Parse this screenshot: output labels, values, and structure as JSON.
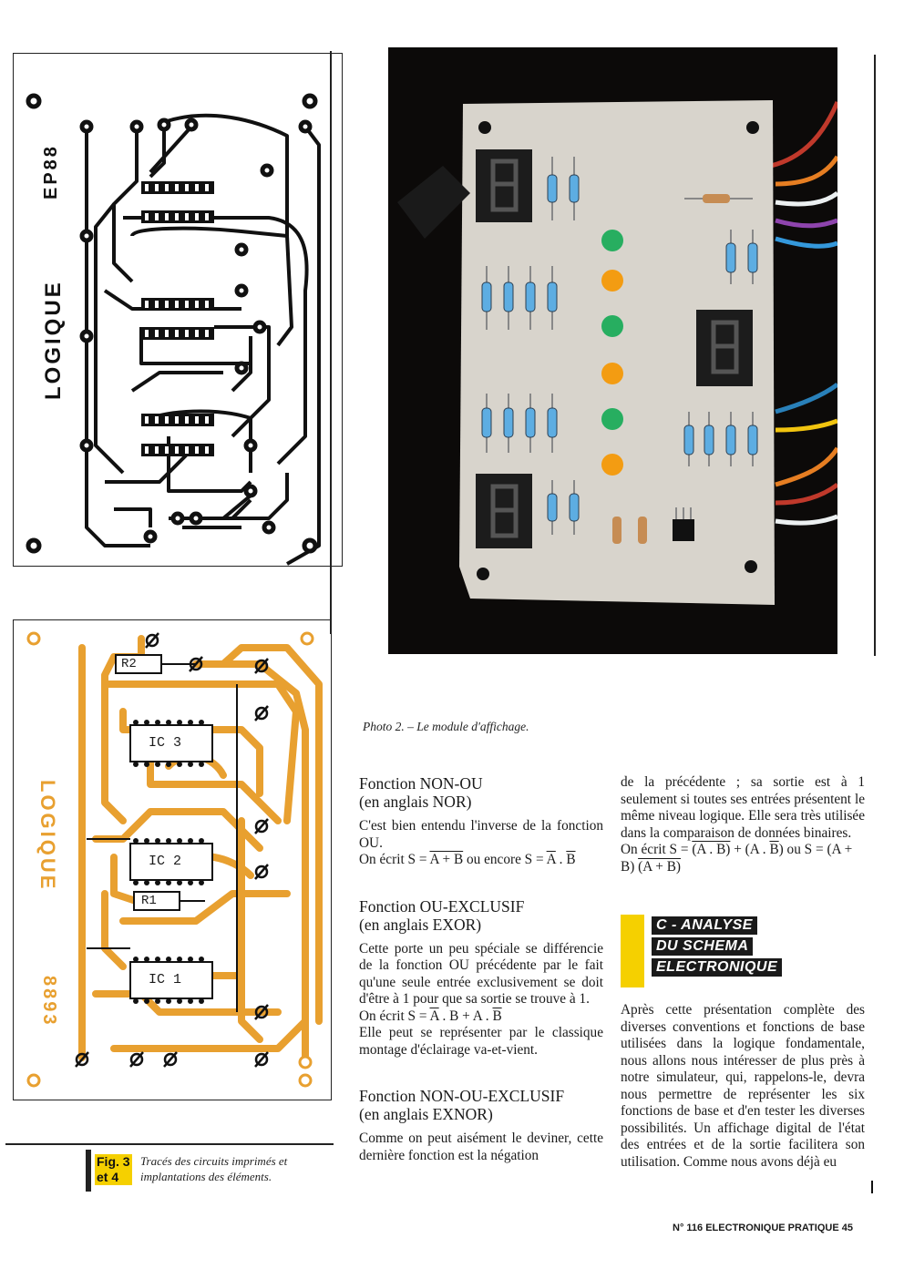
{
  "pcb_trace": {
    "label_main": "LOGIQUE",
    "label_code": "EP88"
  },
  "pcb_layout": {
    "label_main": "LOGIQUE",
    "label_code": "8893",
    "components": [
      "R2",
      "IC 3",
      "IC 2",
      "R1",
      "IC 1"
    ]
  },
  "figure_caption": {
    "fig_label_1": "Fig. 3",
    "fig_label_2": "et 4",
    "text": "Tracés des circuits imprimés et implantations des éléments."
  },
  "photo_caption": "Photo 2. – Le module d'affichage.",
  "col1": {
    "nor": {
      "heading_1": "Fonction NON-OU",
      "heading_2": "(en anglais NOR)",
      "body": "C'est bien entendu l'inverse de la fonction OU.",
      "formula_prefix": "On écrit S = ",
      "formula_a": "A + B",
      "formula_mid": " ou encore S = ",
      "formula_b1": "A",
      "formula_dot": " . ",
      "formula_b2": "B"
    },
    "exor": {
      "heading_1": "Fonction OU-EXCLUSIF",
      "heading_2": "(en anglais EXOR)",
      "body": "Cette porte un peu spéciale se différencie de la fonction OU précédente par le fait qu'une seule entrée exclusivement se doit d'être à 1 pour que sa sortie se trouve à 1.",
      "formula_prefix": "On écrit S = ",
      "formula_a": "A",
      "formula_mid1": " . B + A . ",
      "formula_b": "B",
      "body2": "Elle peut se représenter par le classique montage d'éclairage va-et-vient."
    },
    "exnor": {
      "heading_1": "Fonction NON-OU-EXCLUSIF",
      "heading_2": "(en anglais EXNOR)",
      "body": "Comme on peut aisément le deviner, cette dernière fonction est la négation"
    }
  },
  "col2": {
    "intro": "de la précédente ; sa sortie est à 1 seulement si toutes ses entrées présentent le même niveau logique. Elle sera très utilisée dans la comparaison de données binaires.",
    "formula_prefix": "On écrit S = ",
    "formula_p1": "(A . B)",
    "formula_p2": " + (A . ",
    "formula_p3": "B",
    "formula_p4": ") ou S = (A + B) ",
    "formula_p5": "(A + B)",
    "section_lines": [
      "C - ANALYSE",
      "DU SCHEMA",
      "ELECTRONIQUE"
    ],
    "body": "Après cette présentation complète des diverses conventions et fonctions de base utilisées dans la logique fondamentale, nous allons nous intéresser de plus près à notre simulateur, qui, rappelons-le, devra nous permettre de représenter les six fonctions de base et d'en tester les diverses possibilités. Un affichage digital de l'état des entrées et de la sortie facilitera son utilisation. Comme nous avons déjà eu"
  },
  "footer": "N° 116 ELECTRONIQUE PRATIQUE 45",
  "colors": {
    "accent_yellow": "#f5d000",
    "pcb_orange": "#e8a030",
    "pcb_board": "#d8d4cc"
  }
}
